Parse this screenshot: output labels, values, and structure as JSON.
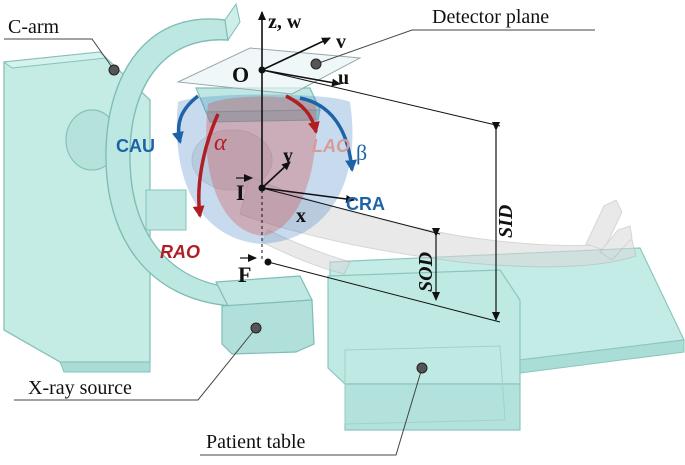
{
  "callouts": {
    "c_arm": "C-arm",
    "detector_plane": "Detector plane",
    "xray_source": "X-ray source",
    "patient_table": "Patient table"
  },
  "axes": {
    "zw": "z, w",
    "v": "v",
    "u": "u",
    "y": "y",
    "x": "x"
  },
  "points": {
    "O": "O",
    "I": "I",
    "F": "F"
  },
  "angles": {
    "cau": "CAU",
    "lao": "LAO",
    "beta": "β",
    "alpha": "α",
    "cra": "CRA",
    "rao": "RAO"
  },
  "dimensions": {
    "sid": "SID",
    "sod": "SOD"
  },
  "colors": {
    "equipment": "#b9e6e0",
    "equipment_edge": "#7fbdb6",
    "blue_arc": "#1e63a8",
    "red_arc": "#b01e24",
    "lao_text": "#d99a9a"
  }
}
